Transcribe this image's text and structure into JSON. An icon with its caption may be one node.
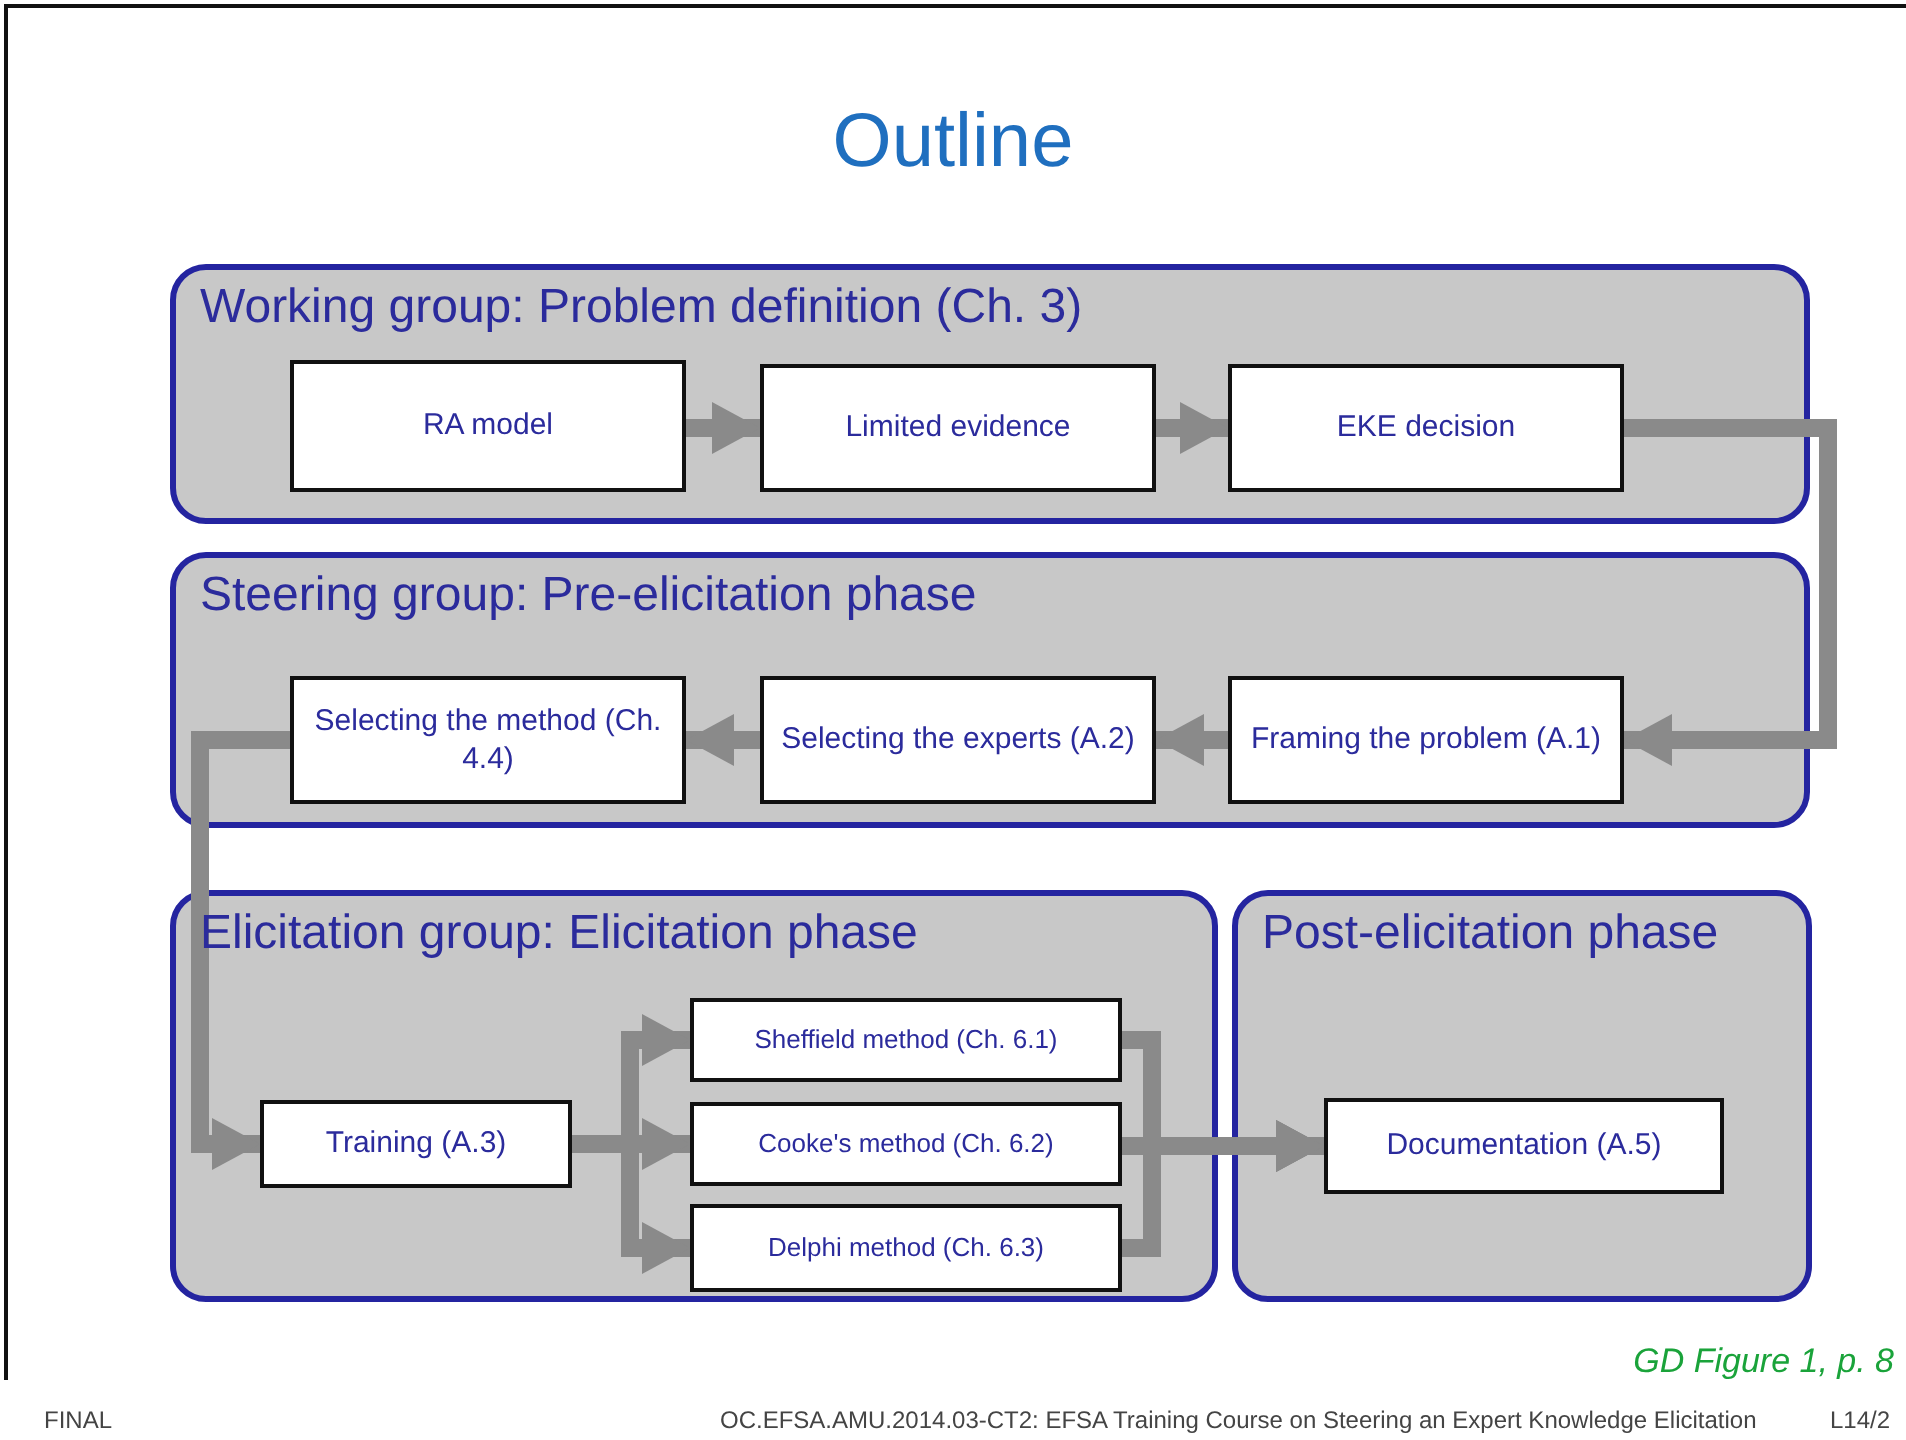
{
  "diagram": {
    "title": "Outline",
    "caption": "GD Figure 1, p. 8",
    "nodes": [
      {
        "text": [
          "Working group: Problem definition (Ch. 3)"
        ]
      },
      {
        "text": [
          "RA model"
        ],
        "in": 0
      },
      {
        "text": [
          "Limited evidence"
        ],
        "in": 0
      },
      {
        "text": [
          "EKE decision"
        ],
        "in": 0
      },
      {
        "text": [
          "Steering group: Pre-elicitation phase"
        ]
      },
      {
        "text": [
          "Selecting the method (Ch. 4.4)"
        ],
        "in": 4
      },
      {
        "text": [
          "Selecting the experts (A.2)"
        ],
        "in": 4
      },
      {
        "text": [
          "Framing the problem (A.1)"
        ],
        "in": 4
      },
      {
        "text": [
          "Elicitation group: Elicitation phase"
        ]
      },
      {
        "text": [
          "Training (A.3)"
        ],
        "in": 8
      },
      {
        "text": [
          "Sheffield method (Ch. 6.1)"
        ],
        "in": 8
      },
      {
        "text": [
          "Cooke's method (Ch. 6.2)"
        ],
        "in": 8
      },
      {
        "text": [
          "Delphi method (Ch. 6.3)"
        ],
        "in": 8
      },
      {
        "text": [
          "Post-elicitation phase"
        ]
      },
      {
        "text": [
          "Documentation (A.5)"
        ],
        "in": 13
      }
    ],
    "edges": [
      {
        "from": 1,
        "to": 2,
        "arrow": "to"
      },
      {
        "from": 2,
        "to": 3,
        "arrow": "to"
      },
      {
        "from": 3,
        "to": 7,
        "arrow": "to"
      },
      {
        "from": 7,
        "to": 6,
        "arrow": "to"
      },
      {
        "from": 6,
        "to": 5,
        "arrow": "to"
      },
      {
        "from": 5,
        "to": 9,
        "arrow": "to"
      },
      {
        "from": 9,
        "to": 10,
        "arrow": "to"
      },
      {
        "from": 9,
        "to": 11,
        "arrow": "to"
      },
      {
        "from": 9,
        "to": 12,
        "arrow": "to"
      },
      {
        "from": 10,
        "to": 14,
        "arrow": "to"
      },
      {
        "from": 11,
        "to": 14,
        "arrow": "to"
      },
      {
        "from": 12,
        "to": 14,
        "arrow": "to"
      }
    ],
    "labels": [
      "FINAL",
      "OC.EFSA.AMU.2014.03-CT2: EFSA Training Course on Steering an Expert Knowledge Elicitation",
      "L14/2"
    ]
  }
}
